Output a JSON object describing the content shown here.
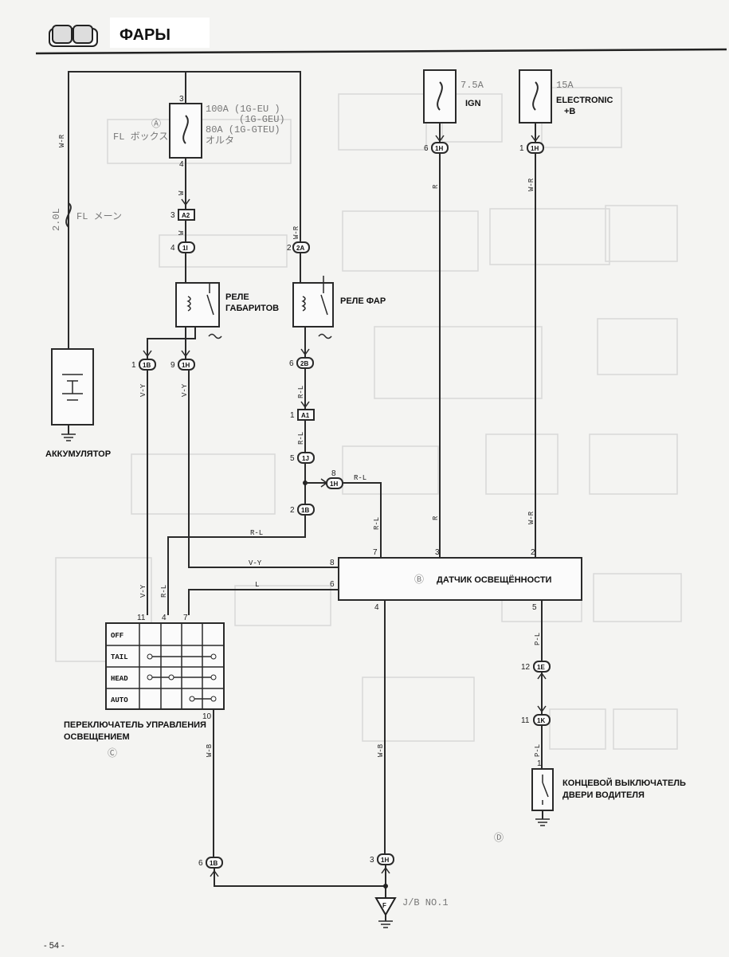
{
  "header": {
    "title": "ФАРЫ",
    "page_number": "- 54 -"
  },
  "fuses": {
    "fl_box": {
      "pin_top": "3",
      "pin_bottom": "4",
      "rating_lines": [
        "100A (1G-EU )",
        "(1G-GEU)",
        "80A (1G-GTEU)",
        "オルタ"
      ],
      "marker": "Ⓐ",
      "name": "FL ボックス"
    },
    "fl_main": {
      "engine": "2.0L",
      "name": "FL メーン"
    },
    "ign": {
      "rating": "7.5A",
      "name": "IGN"
    },
    "electronic": {
      "rating": "15A",
      "name_line1": "ELECTRONIC",
      "name_line2": "+B"
    }
  },
  "relays": {
    "tail": {
      "line1": "РЕЛЕ",
      "line2": "ГАБАРИТОВ"
    },
    "head": {
      "line1": "РЕЛЕ ФАР"
    }
  },
  "components": {
    "battery": "АККУМУЛЯТОР",
    "light_sensor": {
      "name": "ДАТЧИК ОСВЕЩЁННОСТИ",
      "marker": "Ⓑ"
    },
    "light_switch": {
      "line1": "ПЕРЕКЛЮЧАТЕЛЬ УПРАВЛЕНИЯ",
      "line2": "ОСВЕЩЕНИЕМ",
      "marker": "Ⓒ",
      "positions": [
        "OFF",
        "TAIL",
        "HEAD",
        "AUTO"
      ]
    },
    "door_switch": {
      "line1": "КОНЦЕВОЙ ВЫКЛЮЧАТЕЛЬ",
      "line2": "ДВЕРИ ВОДИТЕЛЯ",
      "marker": "Ⓓ"
    },
    "jb": {
      "name": "J/B NO.1",
      "ground_letter": "F"
    }
  },
  "connectors": {
    "c_a2": {
      "pin": "3",
      "code": "A2"
    },
    "c_1i": {
      "pin": "4",
      "code": "1I"
    },
    "c_2a": {
      "pin": "2",
      "code": "2A"
    },
    "c_1b_a": {
      "pin": "1",
      "code": "1B"
    },
    "c_1h_a": {
      "pin": "9",
      "code": "1H"
    },
    "c_2b": {
      "pin": "6",
      "code": "2B"
    },
    "c_a1": {
      "pin": "1",
      "code": "A1"
    },
    "c_1j": {
      "pin": "5",
      "code": "1J"
    },
    "c_1h_b": {
      "pin": "8",
      "code": "1H"
    },
    "c_1b_b": {
      "pin": "2",
      "code": "1B"
    },
    "c_1h_ign": {
      "pin": "6",
      "code": "1H"
    },
    "c_1h_elec": {
      "pin": "1",
      "code": "1H"
    },
    "c_1e": {
      "pin": "12",
      "code": "1E"
    },
    "c_1k": {
      "pin": "11",
      "code": "1K"
    },
    "c_1b_c": {
      "pin": "6",
      "code": "1B"
    },
    "c_1h_c": {
      "pin": "3",
      "code": "1H"
    }
  },
  "sensor_pins": {
    "p7": "7",
    "p3": "3",
    "p2": "2",
    "p8": "8",
    "p6": "6",
    "p4": "4",
    "p5": "5"
  },
  "switch_pins": {
    "p11": "11",
    "p4": "4",
    "p7": "7",
    "p10": "10"
  },
  "door_pin": "1",
  "wire_colors": {
    "w_r_left": "W-R",
    "w_fuse": "W",
    "w_r_head": "W-R",
    "v_y_1b": "V-Y",
    "v_y_1h": "V-Y",
    "r_l_2b": "R-L",
    "r_l_a1": "R-L",
    "r_l_1h": "R-L",
    "r_l_vert": "R-L",
    "r_ign": "R",
    "w_r_elec": "W-R",
    "w_r_elec2": "W-R",
    "r_l_horiz": "R-L",
    "v_y_horiz": "V-Y",
    "l_horiz": "L",
    "v_y_sw": "V-Y",
    "r_l_sw": "R-L",
    "p_l_1": "P-L",
    "p_l_2": "P-L",
    "w_b_left": "W-B",
    "w_b_right": "W-B"
  }
}
